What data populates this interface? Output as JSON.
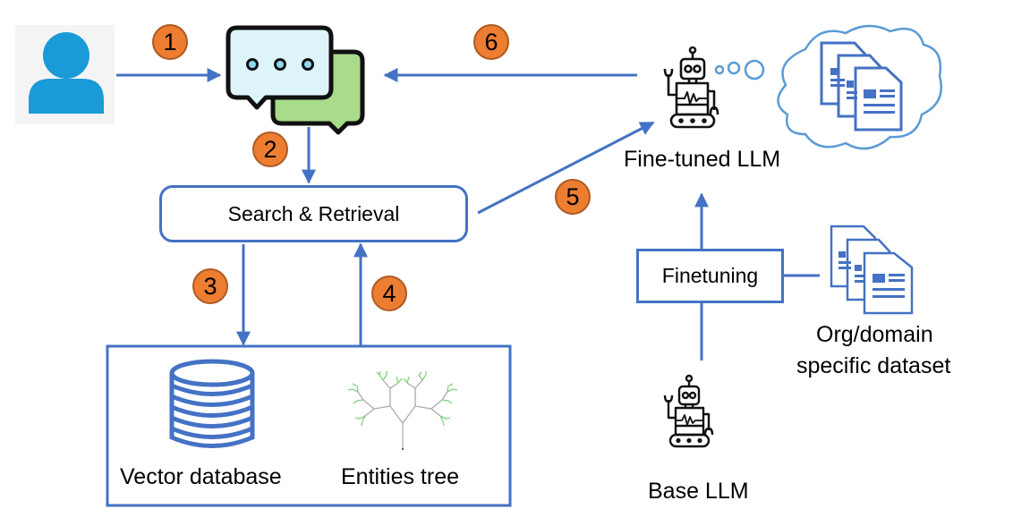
{
  "diagram": {
    "title": "Fine-tuned LLM RAG pipeline",
    "colors": {
      "arrow": "#4472C4",
      "badge_fill": "#ED7D31",
      "badge_border": "#AE5A21",
      "user_icon": "#1A9AD6",
      "cloud": "#5B9BD5"
    },
    "nodes": {
      "user": {
        "icon": "user-icon"
      },
      "chat": {
        "icon": "chat-bubbles-icon"
      },
      "search": {
        "label": "Search & Retrieval"
      },
      "store": {
        "vector_db": {
          "label": "Vector database",
          "icon": "database-icon"
        },
        "entities": {
          "label": "Entities tree",
          "icon": "tree-icon"
        }
      },
      "fine_tuned": {
        "label": "Fine-tuned LLM",
        "icon": "robot-icon"
      },
      "knowledge_cloud": {
        "icon": "thought-cloud-documents-icon"
      },
      "finetuning": {
        "label": "Finetuning"
      },
      "dataset": {
        "label_line1": "Org/domain",
        "label_line2": "specific dataset",
        "icon": "documents-icon"
      },
      "base": {
        "label": "Base LLM",
        "icon": "robot-icon"
      }
    },
    "steps": [
      "1",
      "2",
      "3",
      "4",
      "5",
      "6"
    ]
  }
}
